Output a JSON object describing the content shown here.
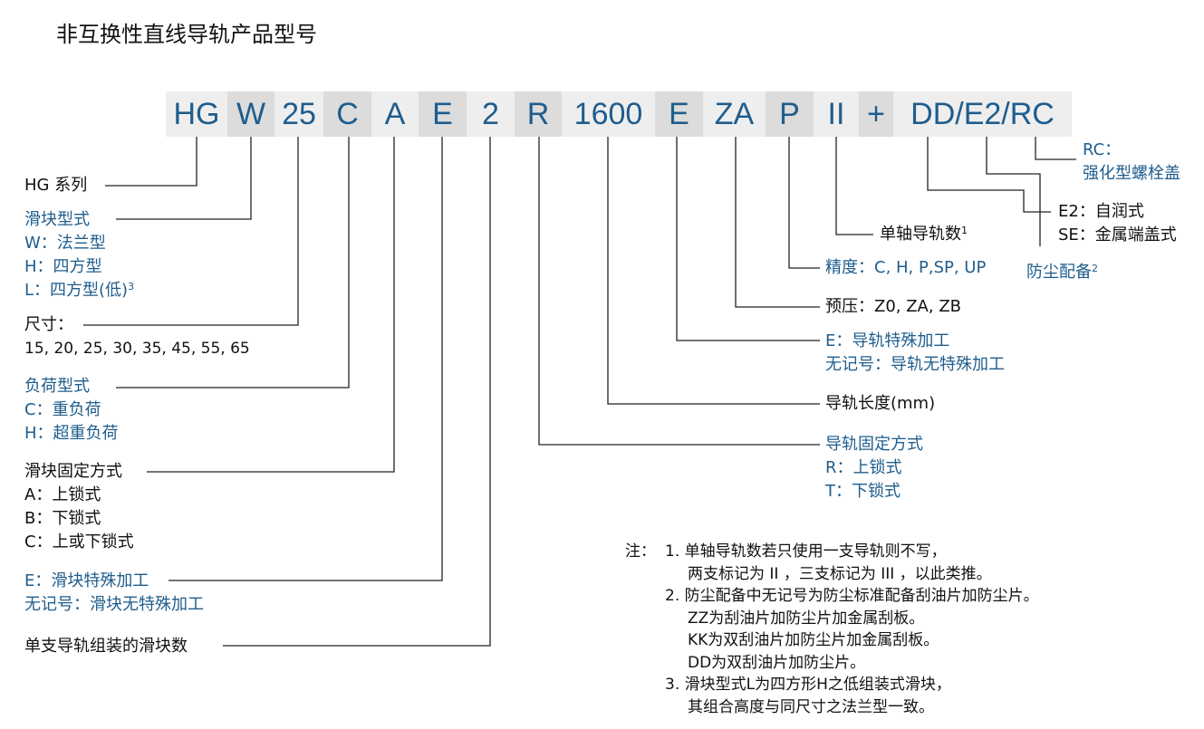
{
  "title": "非互换性直线导轨产品型号",
  "code_segments": [
    {
      "text": "HG"
    },
    {
      "text": "W"
    },
    {
      "text": "25"
    },
    {
      "text": "C"
    },
    {
      "text": "A"
    },
    {
      "text": "E"
    },
    {
      "text": "2"
    },
    {
      "text": "R"
    },
    {
      "text": "1600"
    },
    {
      "text": "E"
    },
    {
      "text": "ZA"
    },
    {
      "text": "P"
    },
    {
      "text": "II"
    },
    {
      "text": "+"
    },
    {
      "text": "DD/E2/RC"
    }
  ],
  "left": {
    "series": "HG 系列",
    "block_type": {
      "title": "滑块型式",
      "w": "W：法兰型",
      "h": "H：四方型",
      "l": "L：四方型(低)",
      "l_sup": "3"
    },
    "size": {
      "title": "尺寸：",
      "values": "15, 20, 25, 30, 35, 45, 55, 65"
    },
    "load_type": {
      "title": "负荷型式",
      "c": "C：重负荷",
      "h": "H：超重负荷"
    },
    "block_mount": {
      "title": "滑块固定方式",
      "a": "A：上锁式",
      "b": "B：下锁式",
      "c": "C：上或下锁式"
    },
    "block_special": {
      "e": "E：滑块特殊加工",
      "none": "无记号：滑块无特殊加工"
    },
    "blocks_per_rail": "单支导轨组装的滑块数"
  },
  "right": {
    "rc": {
      "title": "RC：",
      "desc": "强化型螺栓盖"
    },
    "e2": "E2：自润式",
    "se": "SE：金属端盖式",
    "rails_per_axis": "单轴导轨数",
    "rails_per_axis_sup": "1",
    "dust": "防尘配备",
    "dust_sup": "2",
    "accuracy": "精度：C, H, P,SP, UP",
    "preload": "预压：Z0, ZA, ZB",
    "rail_special": {
      "e": "E：导轨特殊加工",
      "none": "无记号：导轨无特殊加工"
    },
    "rail_length": "导轨长度(mm)",
    "rail_mount": {
      "title": "导轨固定方式",
      "r": "R：上锁式",
      "t": "T：下锁式"
    }
  },
  "notes": {
    "prefix": "注：",
    "lines": [
      "1. 单轴导轨数若只使用一支导轨则不写，",
      "两支标记为 II ，三支标记为 III ，以此类推。",
      "2. 防尘配备中无记号为防尘标准配备刮油片加防尘片。",
      "ZZ为刮油片加防尘片加金属刮板。",
      "KK为双刮油片加防尘片加金属刮板。",
      "DD为双刮油片加防尘片。",
      "3. 滑块型式L为四方形H之低组装式滑块，",
      "其组合高度与同尺寸之法兰型一致。"
    ]
  },
  "colors": {
    "accent": "#1f5d8d",
    "box_light": "#eeeeee",
    "box_dark": "#dcdcdc",
    "text": "#111111"
  }
}
